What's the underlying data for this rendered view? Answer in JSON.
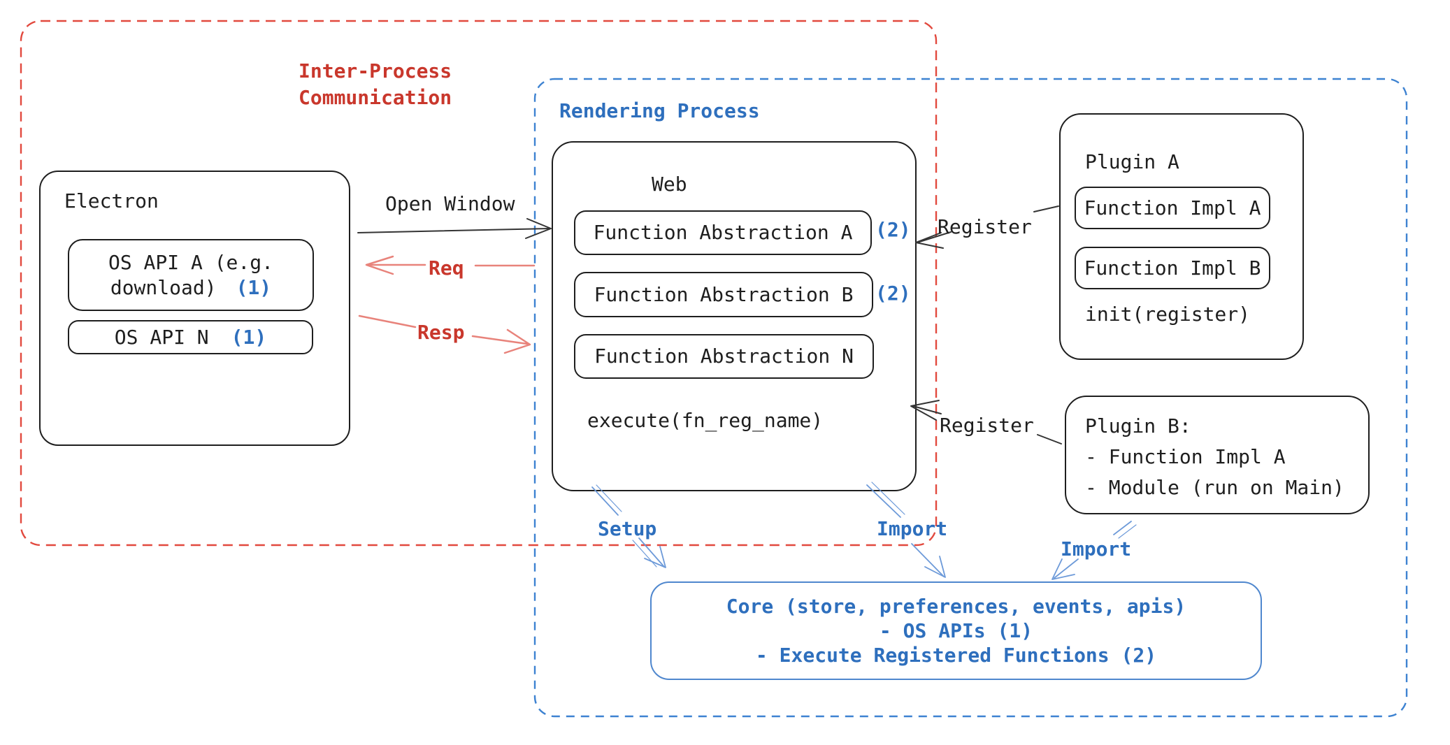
{
  "frames": {
    "ipc": {
      "title": "Inter-Process\nCommunication",
      "border_color": "#e2493e",
      "text_color": "#c9372c"
    },
    "rendering": {
      "title": "Rendering Process",
      "border_color": "#3d82d1",
      "text_color": "#2e6fbd"
    }
  },
  "electron": {
    "title": "Electron",
    "os_api_a_line1": "OS API A (e.g.",
    "os_api_a_line2": "download)",
    "os_api_a_badge": "(1)",
    "os_api_n": "OS API N",
    "os_api_n_badge": "(1)"
  },
  "web": {
    "title": "Web",
    "fn_abstraction_a": "Function Abstraction A",
    "fn_abstraction_a_badge": "(2)",
    "fn_abstraction_b": "Function Abstraction B",
    "fn_abstraction_b_badge": "(2)",
    "fn_abstraction_n": "Function Abstraction N",
    "execute_label": "execute(fn_reg_name)"
  },
  "plugin_a": {
    "title": "Plugin A",
    "fn_impl_a": "Function Impl A",
    "fn_impl_b": "Function Impl B",
    "init_label": "init(register)"
  },
  "plugin_b": {
    "lines": "Plugin B:\n- Function Impl A\n- Module (run on Main)"
  },
  "core": {
    "line1": "Core (store, preferences, events, apis)",
    "line2": "- OS APIs (1)",
    "line3": "- Execute Registered Functions (2)",
    "text_color": "#2e6fbd"
  },
  "arrows": {
    "open_window": "Open Window",
    "req": "Req",
    "resp": "Resp",
    "register_top": "Register",
    "register_bottom": "Register",
    "setup": "Setup",
    "import_mid": "Import",
    "import_right": "Import",
    "black_color": "#343434",
    "red_color": "#e8837b",
    "blue_color": "#6d9ad9"
  }
}
